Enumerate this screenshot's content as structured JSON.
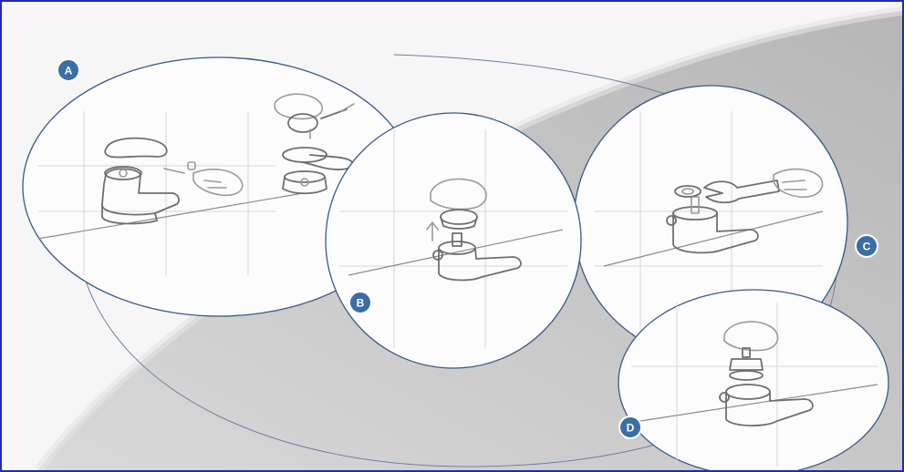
{
  "figure": {
    "colors": {
      "frame_border": "#1f2bb3",
      "circle_stroke": "#3c5a82",
      "badge_fill": "#3a6ea5",
      "swoosh_shade": "#cfcfcf"
    },
    "steps": [
      {
        "label": "A",
        "icon": "lever-removal-illustration"
      },
      {
        "label": "B",
        "icon": "cap-removal-illustration"
      },
      {
        "label": "C",
        "icon": "wrench-nut-illustration"
      },
      {
        "label": "D",
        "icon": "cartridge-replacement-illustration"
      }
    ]
  }
}
